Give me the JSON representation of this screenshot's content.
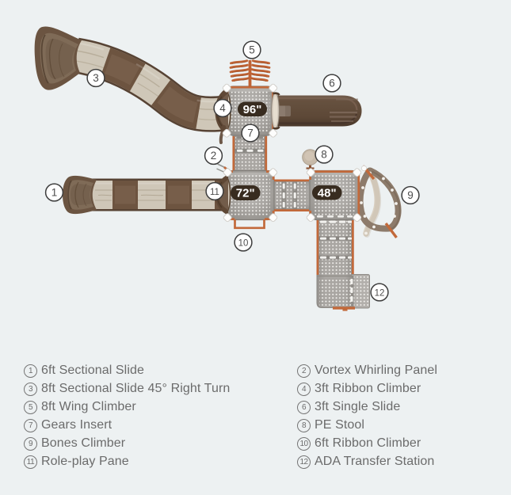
{
  "diagram": {
    "platform_labels": {
      "p96": "96\"",
      "p72": "72\"",
      "p48": "48\""
    },
    "callouts": {
      "c1": "1",
      "c2": "2",
      "c3": "3",
      "c4": "4",
      "c5": "5",
      "c6": "6",
      "c7": "7",
      "c8": "8",
      "c9": "9",
      "c10": "10",
      "c11": "11",
      "c12": "12"
    },
    "colors": {
      "background": "#edf1f2",
      "accent_orange": "#c2693a",
      "platform_gray": "#a5a29e",
      "slide_dark_brown": "#6b5340",
      "slide_light_band": "#cfc7b8",
      "label_capsule": "#382c20",
      "legend_text": "#6f6f6f"
    }
  },
  "legend": {
    "left": [
      {
        "num": "1",
        "label": "6ft Sectional Slide"
      },
      {
        "num": "3",
        "label": "8ft Sectional Slide 45° Right Turn"
      },
      {
        "num": "5",
        "label": "8ft Wing Climber"
      },
      {
        "num": "7",
        "label": "Gears Insert"
      },
      {
        "num": "9",
        "label": "Bones Climber"
      },
      {
        "num": "11",
        "label": "Role-play Pane"
      }
    ],
    "right": [
      {
        "num": "2",
        "label": "Vortex Whirling Panel"
      },
      {
        "num": "4",
        "label": "3ft Ribbon Climber"
      },
      {
        "num": "6",
        "label": "3ft Single Slide"
      },
      {
        "num": "8",
        "label": "PE Stool"
      },
      {
        "num": "10",
        "label": "6ft Ribbon Climber"
      },
      {
        "num": "12",
        "label": "ADA Transfer Station"
      }
    ]
  }
}
